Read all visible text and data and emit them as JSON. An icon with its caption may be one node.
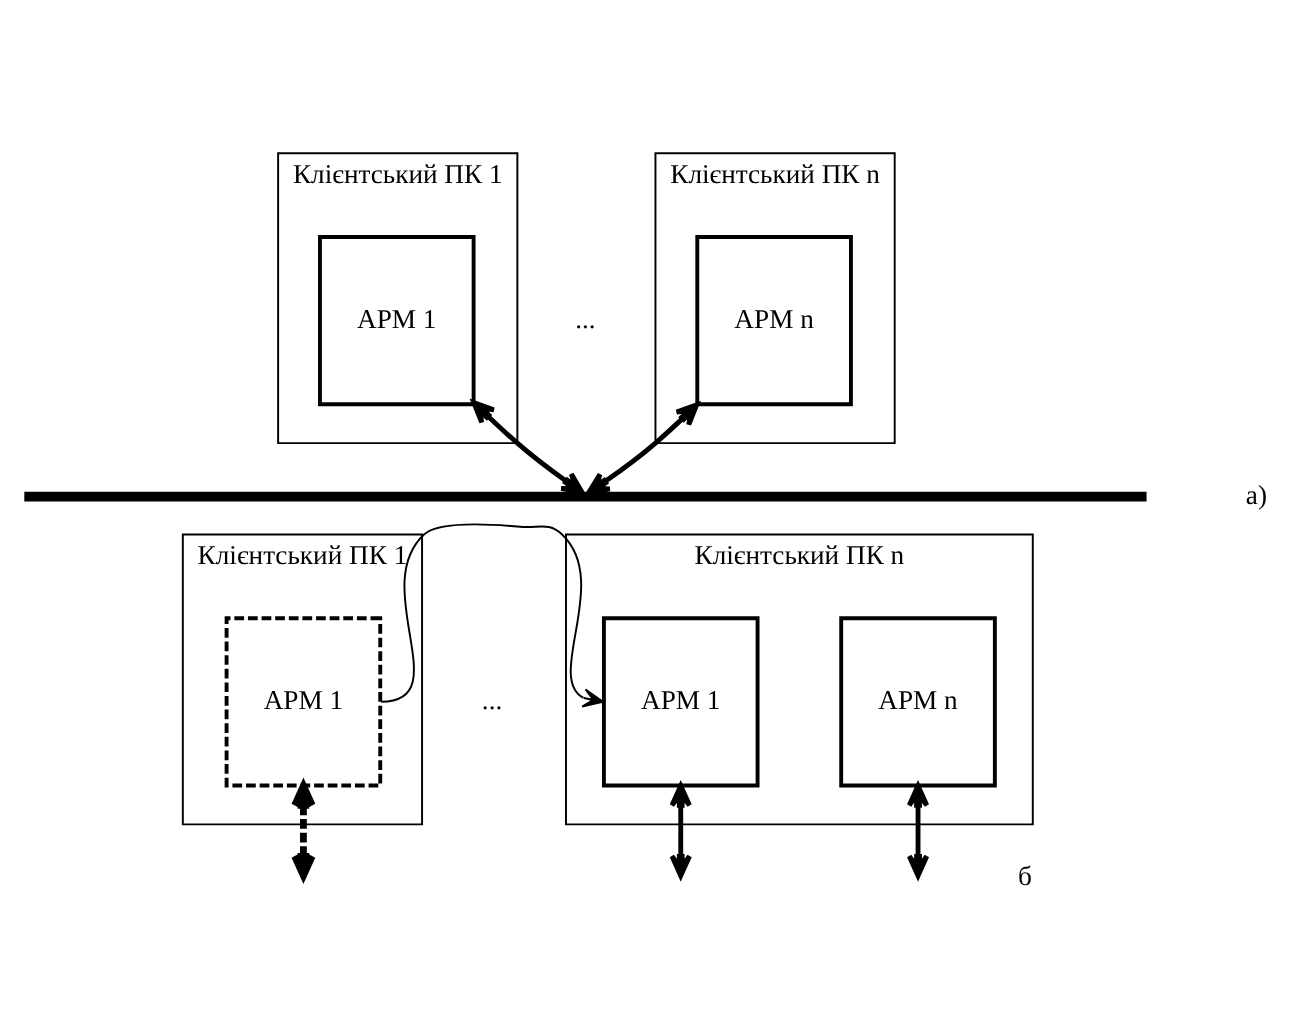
{
  "diagram": {
    "nodes": [
      {
        "text": [
          "Клієнтський ПК 1"
        ]
      },
      {
        "text": [
          "АРМ 1"
        ],
        "in": 0
      },
      {
        "text": [
          "Клієнтський ПК n"
        ]
      },
      {
        "text": [
          "АРМ n"
        ],
        "in": 2
      },
      {
        "text": [],
        "shape": "bar"
      },
      {
        "text": [
          "Клієнтський ПК 1"
        ]
      },
      {
        "text": [
          "АРМ 1"
        ],
        "in": 5
      },
      {
        "text": [
          "Клієнтський ПК n"
        ]
      },
      {
        "text": [
          "АРМ 1"
        ],
        "in": 7
      },
      {
        "text": [
          "АРМ n"
        ],
        "in": 7
      }
    ],
    "edges": [
      {
        "from": 1,
        "to": 4,
        "arrow": "both"
      },
      {
        "from": 3,
        "to": 4,
        "arrow": "both"
      },
      {
        "from": 6,
        "to": 8,
        "arrow": "to"
      },
      {
        "from": 6,
        "to": null,
        "arrow": "both",
        "style": "dashed"
      },
      {
        "from": 8,
        "to": null,
        "arrow": "both"
      },
      {
        "from": 9,
        "to": null,
        "arrow": "both"
      }
    ],
    "labels": [
      "...",
      "а)",
      "...",
      "б"
    ]
  }
}
